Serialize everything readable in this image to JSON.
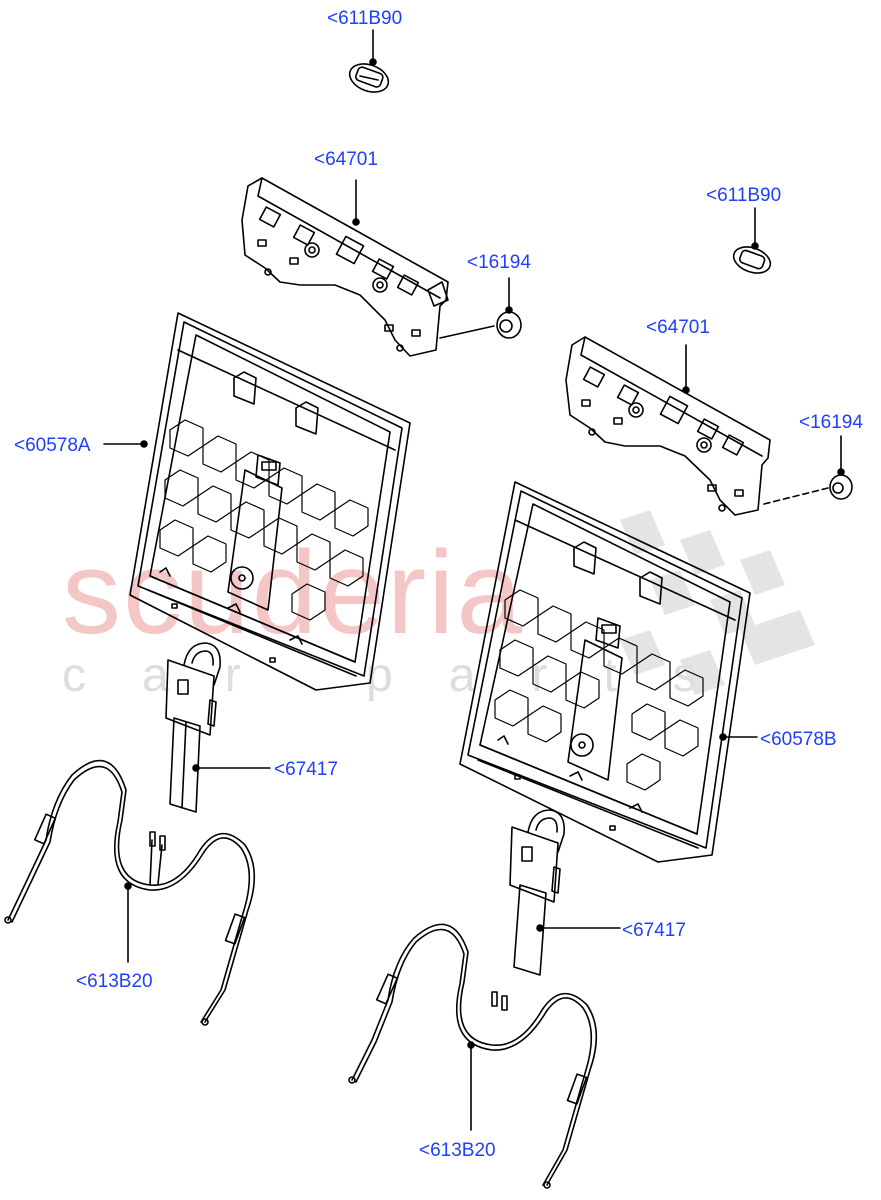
{
  "diagram": {
    "type": "exploded parts diagram",
    "subject": "rear seat back frames with latch assemblies and release cables",
    "label_color": "#1f3fff",
    "line_color": "#000000"
  },
  "watermark": {
    "main": "scuderia",
    "sub": "car parts",
    "main_color": "#f4c6c6",
    "sub_color": "#dddddd"
  },
  "callouts": [
    {
      "id": "c1",
      "label": "<611B90",
      "part": "clip (top left)"
    },
    {
      "id": "c2",
      "label": "<64701",
      "part": "latch bracket (left)"
    },
    {
      "id": "c3",
      "label": "<611B90",
      "part": "clip (right)"
    },
    {
      "id": "c4",
      "label": "<16194",
      "part": "nut / fastener (left)"
    },
    {
      "id": "c5",
      "label": "<64701",
      "part": "latch bracket (right)"
    },
    {
      "id": "c6",
      "label": "<60578A",
      "part": "seat back frame A"
    },
    {
      "id": "c7",
      "label": "<16194",
      "part": "nut / fastener (right)"
    },
    {
      "id": "c8",
      "label": "<60578B",
      "part": "seat back frame B"
    },
    {
      "id": "c9",
      "label": "<67417",
      "part": "release handle (left)"
    },
    {
      "id": "c10",
      "label": "<613B20",
      "part": "release cable (left)"
    },
    {
      "id": "c11",
      "label": "<67417",
      "part": "release handle (right)"
    },
    {
      "id": "c12",
      "label": "<613B20",
      "part": "release cable (right)"
    }
  ]
}
